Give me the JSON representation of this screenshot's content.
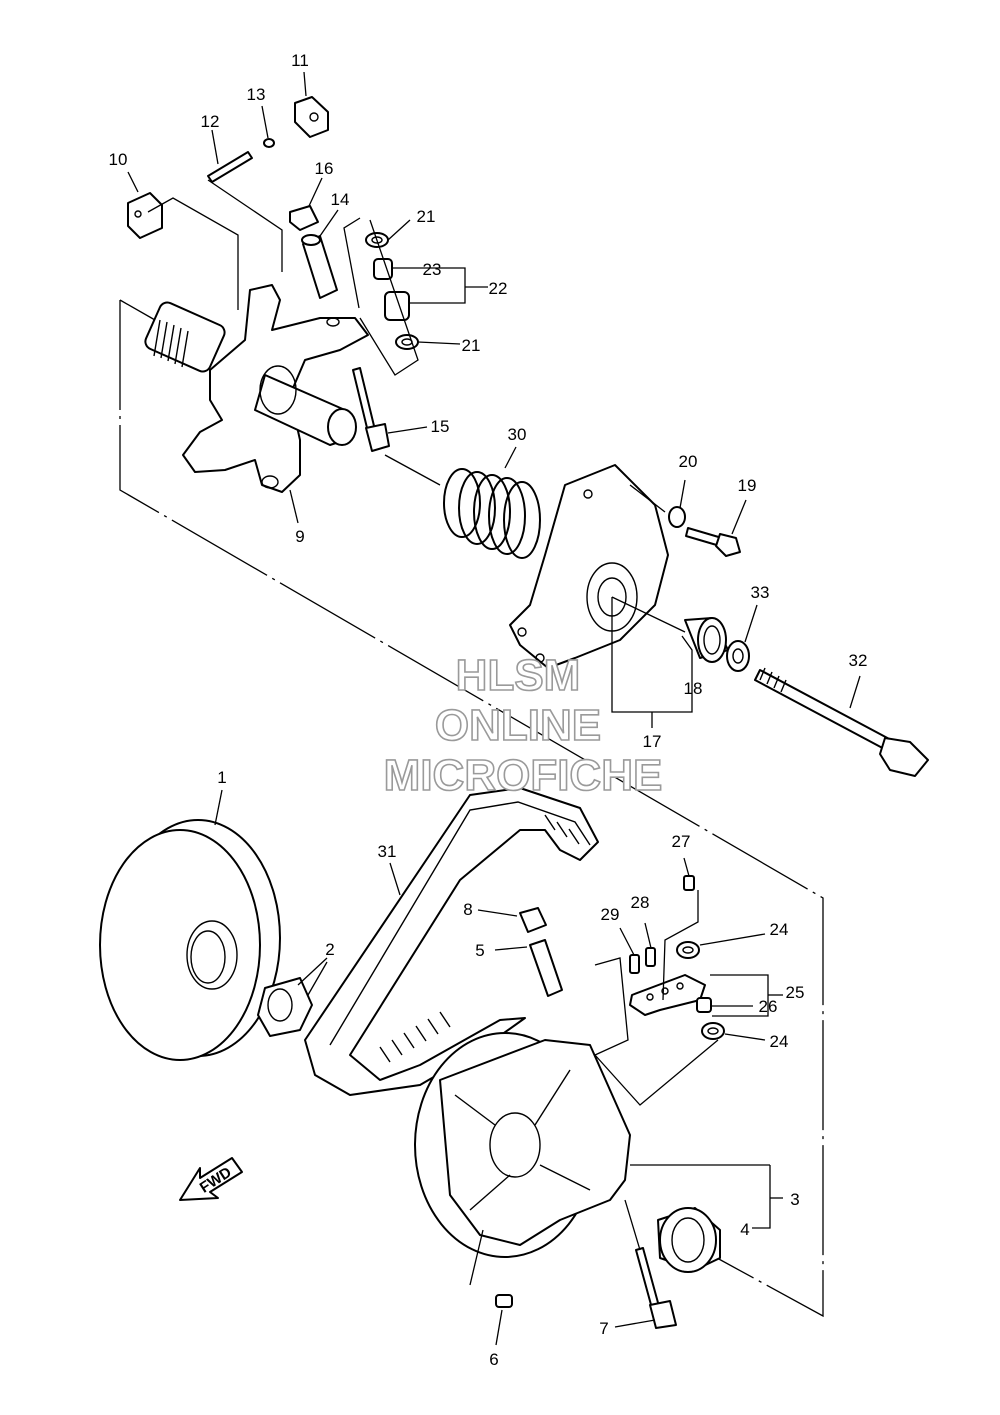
{
  "watermark": {
    "line1": "HLSM",
    "line2": "ONLINE",
    "line3": "MICROFICHE"
  },
  "direction_label": "FWD",
  "callouts": {
    "c1": "1",
    "c2": "2",
    "c3": "3",
    "c4": "4",
    "c5": "5",
    "c6": "6",
    "c7": "7",
    "c8": "8",
    "c9": "9",
    "c10": "10",
    "c11": "11",
    "c12": "12",
    "c13": "13",
    "c14": "14",
    "c15": "15",
    "c16": "16",
    "c17": "17",
    "c18": "18",
    "c19": "19",
    "c20": "20",
    "c21a": "21",
    "c21b": "21",
    "c22": "22",
    "c23": "23",
    "c24a": "24",
    "c24b": "24",
    "c25": "25",
    "c26": "26",
    "c27": "27",
    "c28": "28",
    "c29": "29",
    "c30": "30",
    "c31": "31",
    "c32": "32",
    "c33": "33"
  }
}
